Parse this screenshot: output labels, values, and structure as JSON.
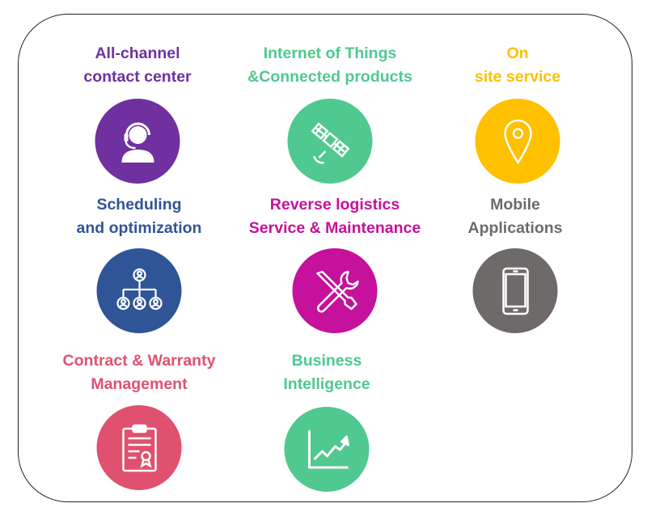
{
  "tiles": [
    {
      "id": "contact-center",
      "label": "All-channel\ncontact center",
      "color": "#7030a0",
      "icon": "headset-agent-icon"
    },
    {
      "id": "iot",
      "label": "Internet of Things\n&Connected products",
      "color": "#4fc98f",
      "icon": "satellite-icon"
    },
    {
      "id": "onsite",
      "label": "On\nsite service",
      "color": "#ffc000",
      "icon": "map-pin-icon"
    },
    {
      "id": "scheduling",
      "label": "Scheduling\nand optimization",
      "color": "#2f5597",
      "icon": "org-chart-icon"
    },
    {
      "id": "reverse-logistics",
      "label": "Reverse logistics\nService & Maintenance",
      "color": "#c5119b",
      "icon": "tools-icon"
    },
    {
      "id": "mobile",
      "label": "Mobile\nApplications",
      "color": "#6e6a6a",
      "icon": "smartphone-icon"
    },
    {
      "id": "contract",
      "label": "Contract & Warranty\nManagement",
      "color": "#e0516f",
      "icon": "clipboard-certificate-icon"
    },
    {
      "id": "bi",
      "label": "Business\nIntelligence",
      "color": "#4fc98f",
      "icon": "line-chart-icon"
    }
  ]
}
